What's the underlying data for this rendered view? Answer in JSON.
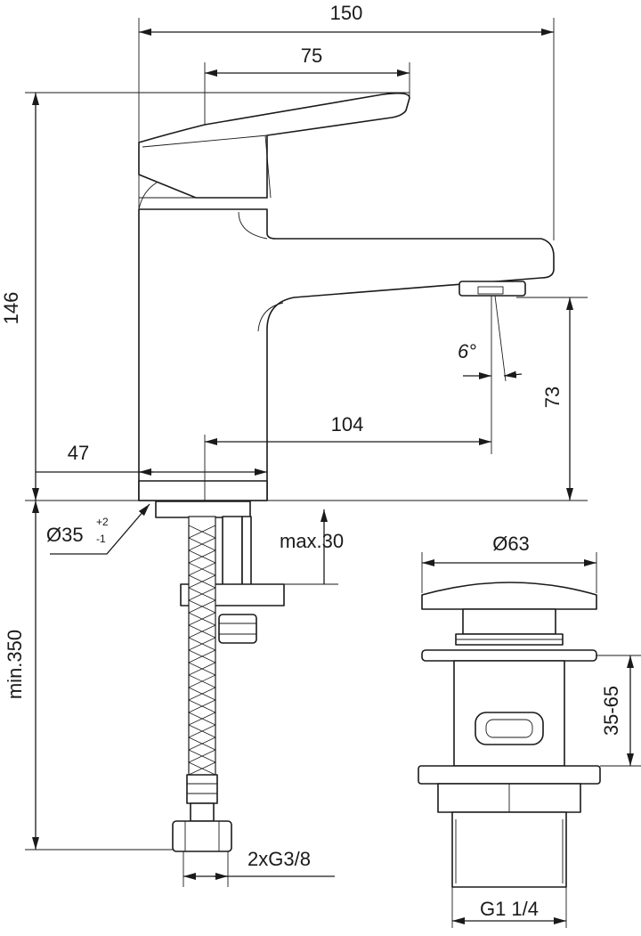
{
  "drawing": {
    "dimensions": {
      "total_width": "150",
      "handle_length": "75",
      "total_height": "146",
      "base_width": "47",
      "spout_reach": "104",
      "spout_height": "73",
      "spout_angle": "6°",
      "base_diameter": "Ø35",
      "base_tol_plus": "+2",
      "base_tol_minus": "-1",
      "deck_thickness": "max.30",
      "hose_length": "min.350",
      "connection_thread": "2xG3/8",
      "waste_diameter": "Ø63",
      "waste_height": "35-65",
      "waste_thread": "G1 1/4"
    }
  }
}
